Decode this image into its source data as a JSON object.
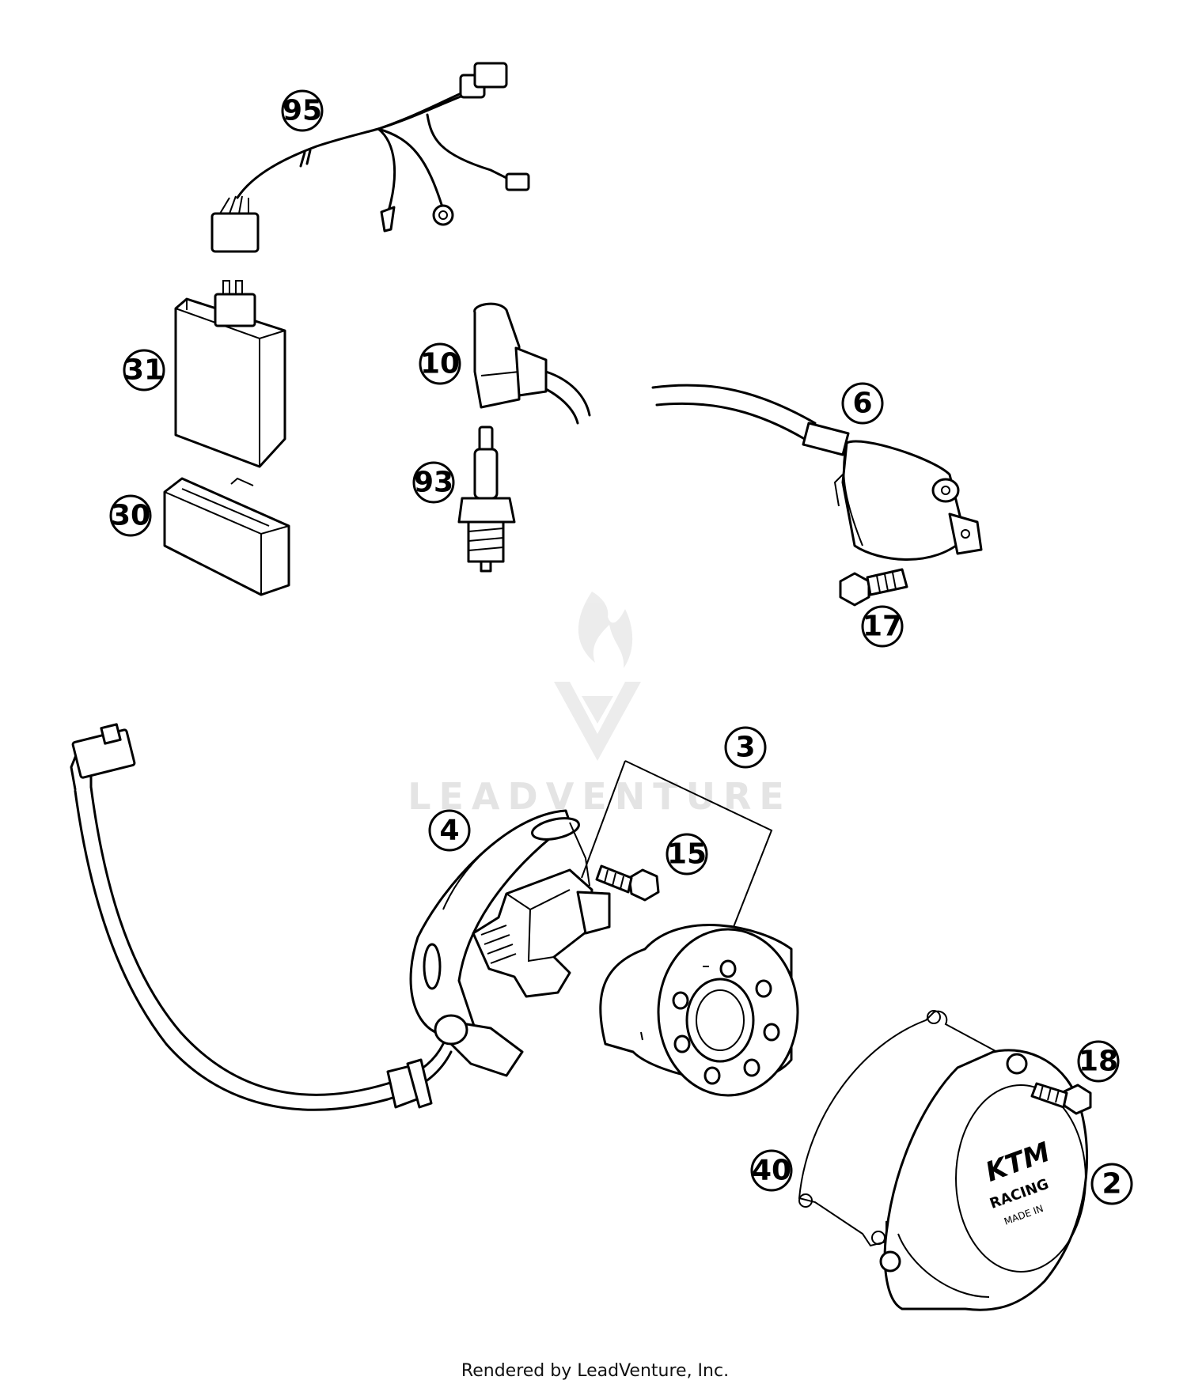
{
  "diagram": {
    "callouts": [
      "95",
      "31",
      "30",
      "10",
      "93",
      "6",
      "17",
      "3",
      "4",
      "15",
      "18",
      "40",
      "2"
    ],
    "parts": {
      "cover_logo": "KTM",
      "cover_text_1": "RACING",
      "cover_text_2": "MADE IN"
    }
  },
  "watermark": {
    "text": "LEADVENTURE"
  },
  "footer": {
    "rendered_by": "Rendered by LeadVenture, Inc."
  },
  "colors": {
    "line": "#000000",
    "background": "#ffffff",
    "watermark": "#e2e2e2"
  }
}
